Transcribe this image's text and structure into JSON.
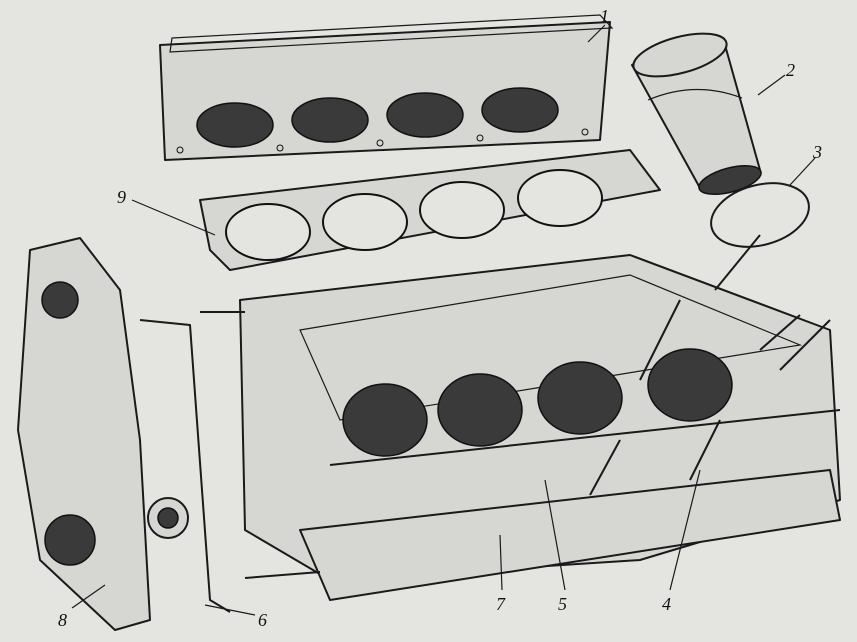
{
  "title": "Engine block exploded view",
  "callouts": [
    {
      "id": "1",
      "text": "1"
    },
    {
      "id": "2",
      "text": "2"
    },
    {
      "id": "3",
      "text": "3"
    },
    {
      "id": "4",
      "text": "4"
    },
    {
      "id": "5",
      "text": "5"
    },
    {
      "id": "6",
      "text": "6"
    },
    {
      "id": "7",
      "text": "7"
    },
    {
      "id": "8",
      "text": "8"
    },
    {
      "id": "9",
      "text": "9"
    }
  ]
}
